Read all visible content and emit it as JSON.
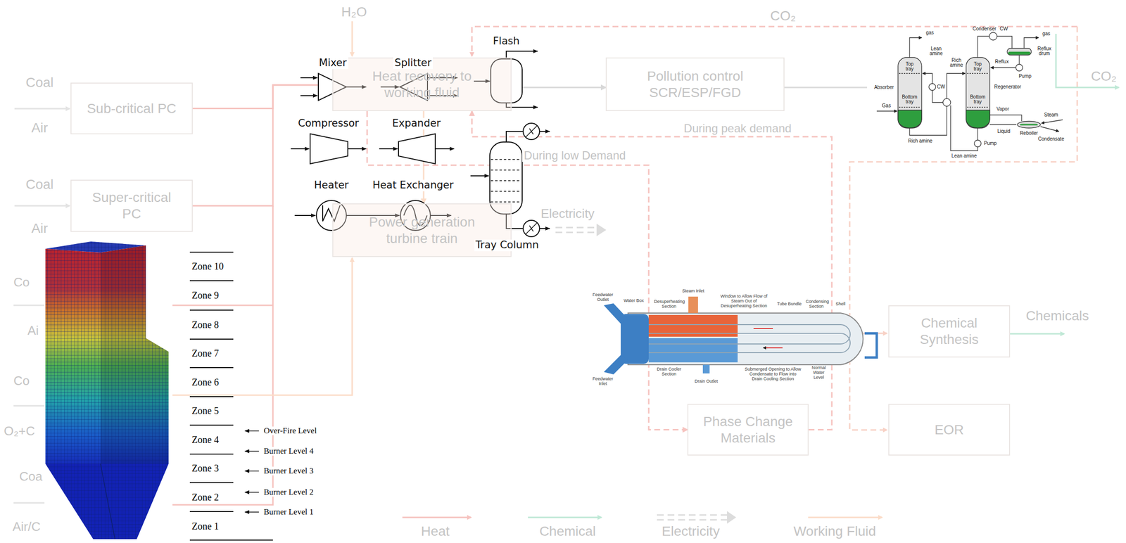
{
  "diagram": {
    "nodes": [
      {
        "text": [
          "Sub-critical PC"
        ]
      },
      {
        "text": [
          "Super-critical PC"
        ]
      },
      {
        "text": [
          "Heat recovery to working fluid"
        ]
      },
      {
        "text": [
          "Power generation turbine train"
        ]
      },
      {
        "text": [
          "Pollution control SCR/ESP/FGD"
        ]
      },
      {
        "text": [
          "Chemical Synthesis"
        ]
      },
      {
        "text": [
          "Phase Change Materials"
        ]
      },
      {
        "text": [
          "EOR"
        ]
      }
    ],
    "edges": [
      {
        "from": 0,
        "to": 2,
        "arrow": "to"
      },
      {
        "from": 1,
        "to": 2,
        "arrow": "to"
      },
      {
        "from": 2,
        "to": 3,
        "arrow": "to"
      },
      {
        "from": 2,
        "to": 4,
        "arrow": "to"
      },
      {
        "from": 2,
        "to": 6,
        "label": "During low Demand",
        "arrow": "to"
      },
      {
        "from": 6,
        "to": 2,
        "label": "During peak demand",
        "arrow": "to"
      }
    ],
    "labels": [
      "Coal",
      "Air",
      "Coal",
      "Air",
      "Co",
      "Ai",
      "Co",
      "O₂+C",
      "Coa",
      "Air/C",
      "H₂O",
      "CO₂",
      "CO₂",
      "Electricity",
      "Chemicals",
      "Mixer",
      "Splitter",
      "Flash",
      "Compressor",
      "Expander",
      "Heater",
      "Heat Exchanger",
      "Tray Column",
      "Zone 10",
      "Zone 9",
      "Zone 8",
      "Zone 7",
      "Zone 6",
      "Zone 5",
      "Zone 4",
      "Zone 3",
      "Zone 2",
      "Zone 1",
      "Over-Fire Level",
      "Burner Level 4",
      "Burner Level 3",
      "Burner Level 2",
      "Burner Level 1",
      "gas",
      "Condenser",
      "CW",
      "gas",
      "Reflux drum",
      "Reflux",
      "Pump",
      "Rich amine",
      "Lean amine",
      "Top tray",
      "Top tray",
      "Absorber",
      "CW",
      "Regenerator",
      "Gas",
      "Bottom tray",
      "Bottom tray",
      "Vapor",
      "Steam",
      "Reboiler",
      "Liquid",
      "Condensate",
      "Rich amine",
      "Lean amine",
      "Pump",
      "Feedwater Outlet",
      "Water Box",
      "Desuperheating Section",
      "Steam Inlet",
      "Window to Allow Flow of Steam Out of Desuperheating Section",
      "Tube Bundle",
      "Condensing Section",
      "Shell",
      "Feedwater Inlet",
      "Drain Cooler Section",
      "Drain Outlet",
      "Submerged Opening to Allow Condensate to Flow into Drain Cooling Section",
      "Normal Water Level"
    ],
    "legend": [
      {
        "text": "Heat"
      },
      {
        "text": "Chemical"
      },
      {
        "text": "Electricity"
      },
      {
        "text": "Working Fluid"
      }
    ]
  }
}
